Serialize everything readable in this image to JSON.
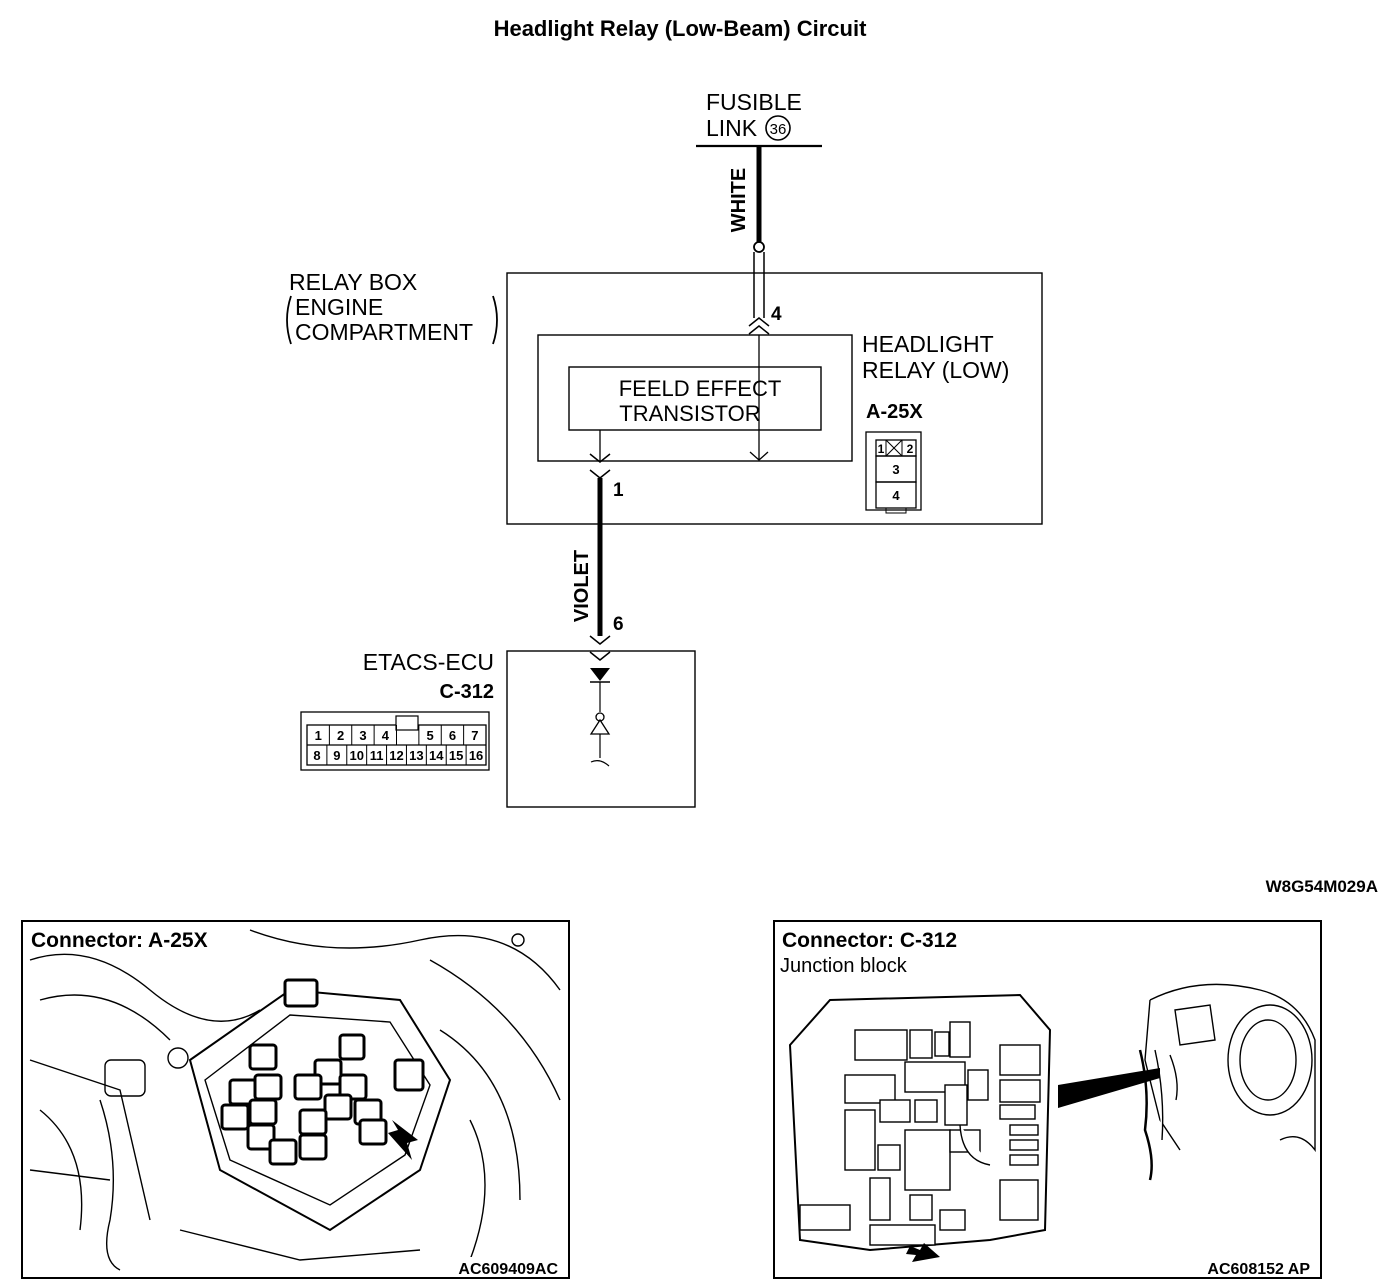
{
  "title": "Headlight Relay (Low-Beam) Circuit",
  "fusible_link": {
    "line1": "FUSIBLE",
    "line2": "LINK",
    "number": "36"
  },
  "wires": {
    "top": "WHITE",
    "bottom": "VIOLET"
  },
  "relay_box": {
    "line1": "RELAY BOX",
    "line2": "ENGINE",
    "line3": "COMPARTMENT"
  },
  "relay": {
    "label1": "HEADLIGHT",
    "label2": "RELAY (LOW)",
    "connector": "A-25X",
    "component1": "FEELD EFFECT",
    "component2": "TRANSISTOR",
    "pin_top": "4",
    "pin_bottom": "1",
    "pins": [
      "1",
      "2",
      "3",
      "4"
    ]
  },
  "ecu": {
    "name": "ETACS-ECU",
    "connector": "C-312",
    "pin": "6",
    "pins_row1": [
      "1",
      "2",
      "3",
      "4",
      "",
      "5",
      "6",
      "7"
    ],
    "pins_row2": [
      "8",
      "9",
      "10",
      "11",
      "12",
      "13",
      "14",
      "15",
      "16"
    ]
  },
  "figure_code": "W8G54M029A",
  "panels": [
    {
      "title": "Connector: A-25X",
      "subtitle": "",
      "code": "AC609409AC"
    },
    {
      "title": "Connector: C-312",
      "subtitle": "Junction block",
      "code": "AC608152 AP"
    }
  ],
  "colors": {
    "ink": "#000000",
    "paper": "#ffffff",
    "shade": "#cccccc"
  }
}
